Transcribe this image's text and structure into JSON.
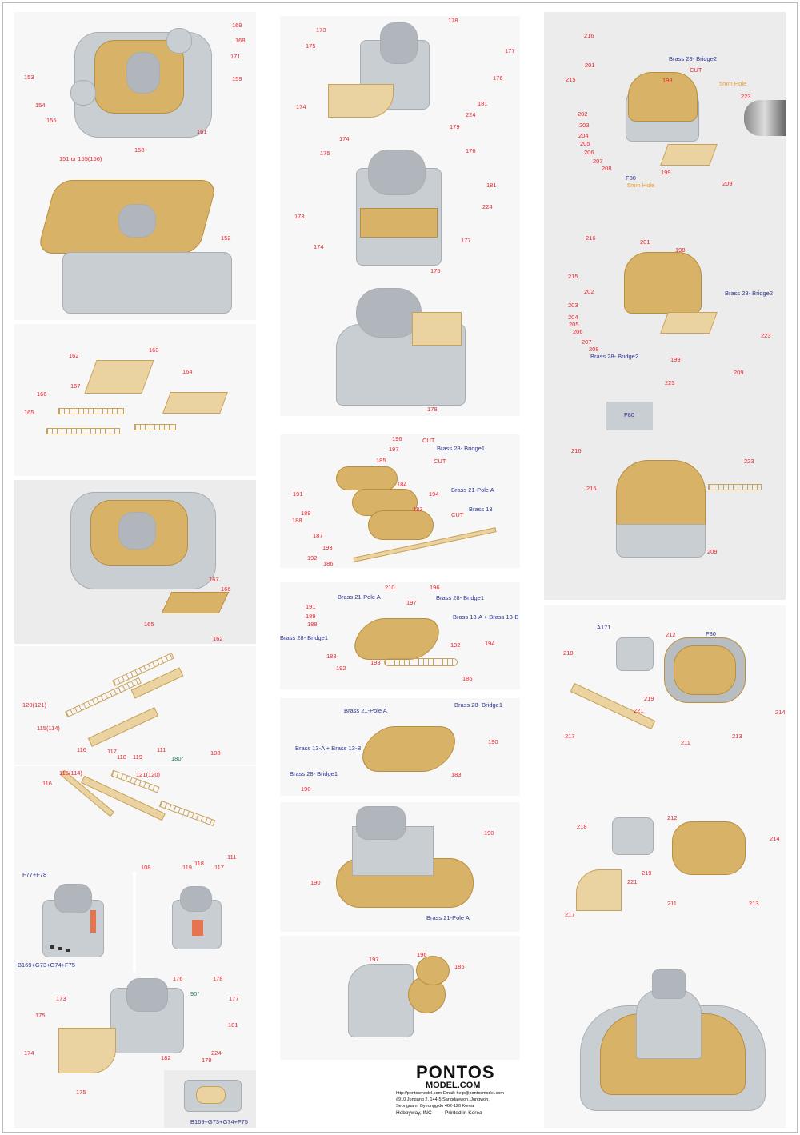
{
  "colors": {
    "callout": "#e8242f",
    "brass": "#2c3590",
    "hole": "#f09a2a",
    "deck": "#d8b266",
    "plastic": "#c9ced3"
  },
  "left": {
    "p1": [
      "169",
      "168",
      "171",
      "153",
      "159",
      "154",
      "155",
      "161",
      "158"
    ],
    "p2": [
      "151 or 155(156)",
      "152"
    ],
    "p3": [
      "162",
      "163",
      "167",
      "164",
      "166",
      "165"
    ],
    "p4": [
      "167",
      "166",
      "165",
      "162"
    ],
    "p5": [
      "120(121)",
      "115(114)",
      "116",
      "117",
      "118",
      "119",
      "111",
      "108",
      "180°"
    ],
    "p6": [
      "115(114)",
      "121(120)",
      "116",
      "111",
      "118",
      "117",
      "119",
      "108"
    ],
    "p7": [
      "F77+F78",
      "B169+G73+G74+F75"
    ],
    "p8": [
      "176",
      "178",
      "90°",
      "177",
      "173",
      "175",
      "181",
      "174",
      "224",
      "179",
      "182",
      "175",
      "B169+G73+G74+F75"
    ]
  },
  "middle": {
    "m1": [
      "178",
      "173",
      "175",
      "177",
      "176",
      "181",
      "174",
      "224",
      "179",
      "174"
    ],
    "m2": [
      "175",
      "176",
      "181",
      "224",
      "173",
      "177",
      "174",
      "175"
    ],
    "m3": [
      "178"
    ],
    "m4": [
      "196",
      "CUT",
      "Brass 28- Bridge1",
      "197",
      "CUT",
      "185",
      "184",
      "Brass 21-Pole A",
      "191",
      "194",
      "Brass 13",
      "189",
      "CUT",
      "188",
      "183",
      "187",
      "193",
      "192",
      "186"
    ],
    "m5": [
      "210",
      "196",
      "Brass 21-Pole A",
      "197",
      "Brass 28- Bridge1",
      "191",
      "189",
      "Brass 13-A + Brass 13-B",
      "188",
      "Brass 28- Bridge1",
      "192",
      "194",
      "183",
      "193",
      "192",
      "186"
    ],
    "m6": [
      "Brass 21-Pole A",
      "Brass 28- Bridge1",
      "190",
      "Brass 13-A + Brass 13-B",
      "183",
      "Brass 28- Bridge1",
      "190"
    ],
    "m7": [
      "190",
      "190",
      "Brass 21-Pole A"
    ],
    "m8": [
      "197",
      "196",
      "185"
    ]
  },
  "right": {
    "r1": [
      "216",
      "Brass 28- Bridge2",
      "201",
      "CUT",
      "215",
      "198",
      "5mm Hole",
      "223",
      "202",
      "203",
      "204",
      "205",
      "206",
      "207",
      "208",
      "199",
      "209",
      "F80",
      "5mm Hole"
    ],
    "r2": [
      "216",
      "201",
      "198",
      "215",
      "202",
      "Brass 28- Bridge2",
      "203",
      "204",
      "205",
      "206",
      "223",
      "207",
      "208",
      "Brass 28- Bridge2",
      "199",
      "209",
      "223"
    ],
    "r3": [
      "F80",
      "216",
      "223",
      "215",
      "209"
    ],
    "r4": [
      "A171",
      "212",
      "F80",
      "218",
      "219",
      "221",
      "214",
      "217",
      "211",
      "213"
    ],
    "r5": [
      "218",
      "212",
      "214",
      "219",
      "221",
      "217",
      "211",
      "213"
    ]
  },
  "footer": {
    "logo": "PONTOS",
    "site": "MODEL.COM",
    "line1": "http://pontosmodel.com  Email: help@pontosmodel.com",
    "line2": "#910 Jungang 2, 144-5 Sangdaewon, Jungwon,",
    "line3": "Seongnam,  Gyeonggido 462-120 Korea",
    "brand": "Hobbyway, INC",
    "printed": "Printed in Korea"
  }
}
